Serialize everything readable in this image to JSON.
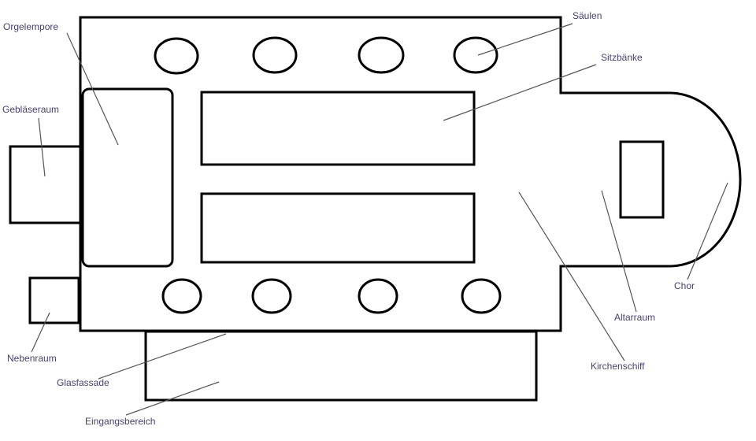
{
  "labels": {
    "orgelempore": "Orgelempore",
    "saeulen": "Säulen",
    "sitzbaenke": "Sitzbänke",
    "geblaeseraum": "Gebläseraum",
    "nebenraum": "Nebenraum",
    "glasfassade": "Glasfassade",
    "eingangsbereich": "Eingangsbereich",
    "kirchenschiff": "Kirchenschiff",
    "altarraum": "Altarraum",
    "chor": "Chor"
  },
  "colors": {
    "outline": "#000000",
    "leader_line": "#555555",
    "label_text": "#4a3f6b",
    "background": "#ffffff"
  }
}
